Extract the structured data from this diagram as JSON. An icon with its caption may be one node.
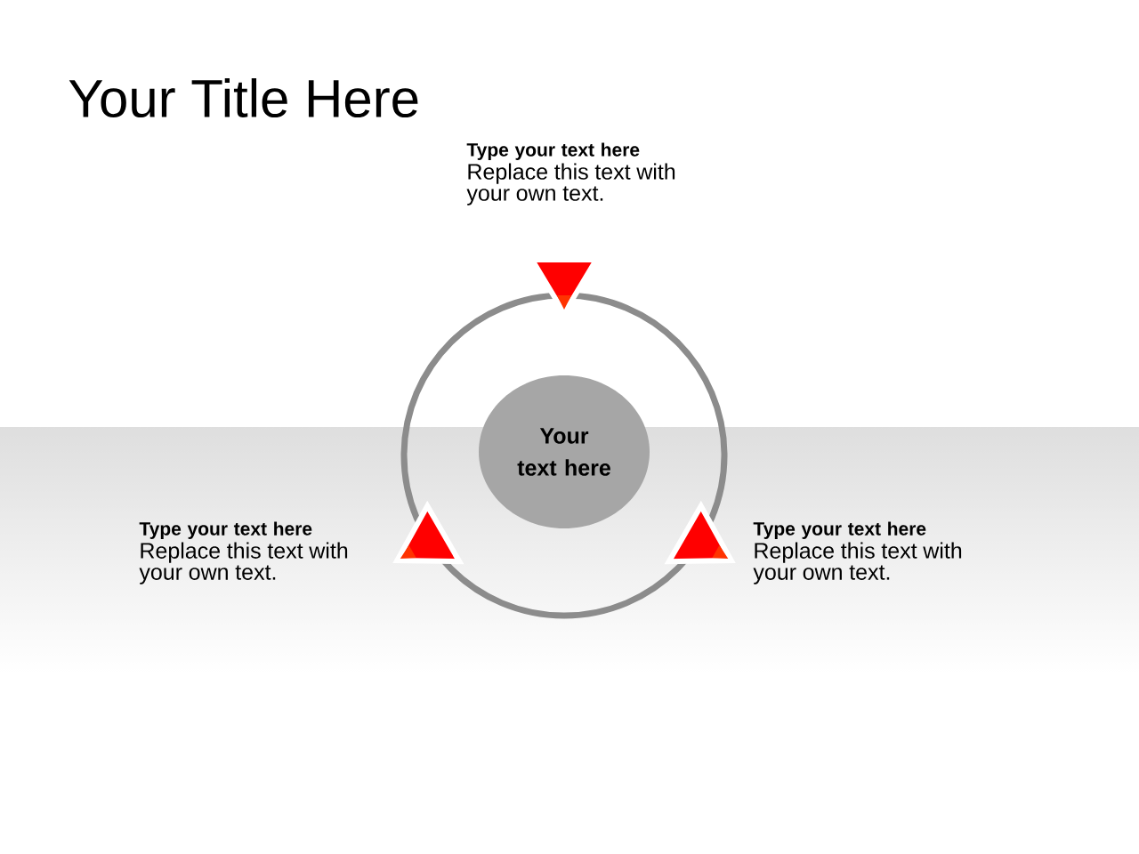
{
  "diagram": {
    "title": "Your Title Here",
    "nodes": [
      {
        "text": [
          "Your text here"
        ]
      },
      {
        "text": [
          "Type your text here",
          "Replace this text with your own text."
        ]
      },
      {
        "text": [
          "Type your text here",
          "Replace this text with your own text."
        ]
      },
      {
        "text": [
          "Type your text here",
          "Replace this text with your own text."
        ]
      }
    ],
    "edges": []
  }
}
